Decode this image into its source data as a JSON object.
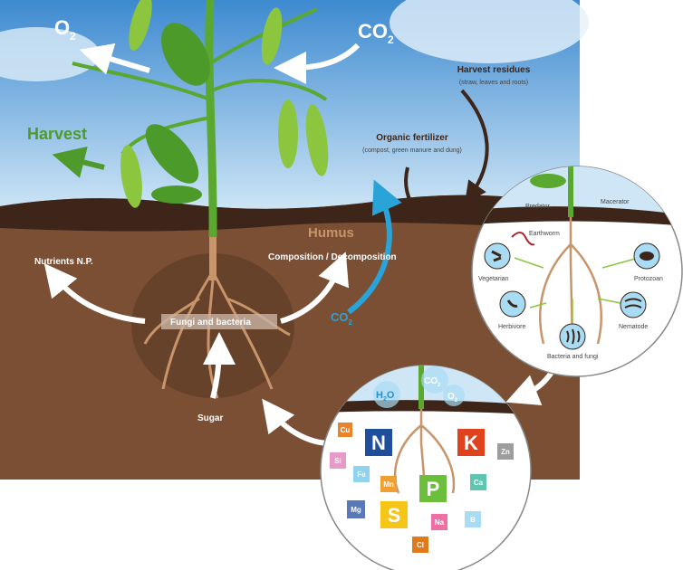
{
  "title": "Soil nutrient cycle",
  "labels": {
    "o2": "O",
    "o2_sub": "2",
    "co2": "CO",
    "co2_sub": "2",
    "harvest": "Harvest",
    "harvest_residues": "Harvest residues",
    "harvest_residues_note": "(straw, leaves and roots)",
    "organic_fertilizer": "Organic fertilizer",
    "organic_fertilizer_note": "(compost, green manure and dung)",
    "humus": "Humus",
    "nutrients": "Nutrients N.P.",
    "composition": "Composition / Decomposition",
    "fungi_bacteria": "Fungi and bacteria",
    "co2_soil": "CO",
    "co2_soil_sub": "2",
    "sugar": "Sugar"
  },
  "organisms": {
    "predator": "Predator",
    "macerator": "Macerator",
    "earthworm": "Earthworm",
    "vegetarian": "Vegetarian",
    "protozoan": "Protozoan",
    "herbivore": "Herbivore",
    "nematode": "Nematode",
    "bacteria_fungi": "Bacteria and fungi"
  },
  "gases": {
    "h2o": "H",
    "h2o_sub": "2",
    "h2o_end": "O",
    "co2": "CO",
    "co2_sub": "2",
    "o2": "O",
    "o2_sub": "2"
  },
  "elements": [
    {
      "symbol": "Cu",
      "color": "#e8832a"
    },
    {
      "symbol": "N",
      "color": "#1f4e9c"
    },
    {
      "symbol": "K",
      "color": "#e0421e"
    },
    {
      "symbol": "Zn",
      "color": "#9d9d9d"
    },
    {
      "symbol": "Si",
      "color": "#e59ac8"
    },
    {
      "symbol": "Fe",
      "color": "#8fd3ee"
    },
    {
      "symbol": "Mn",
      "color": "#f0a030"
    },
    {
      "symbol": "P",
      "color": "#6cbf3b"
    },
    {
      "symbol": "Ca",
      "color": "#5fc4b0"
    },
    {
      "symbol": "Mg",
      "color": "#5a78b8"
    },
    {
      "symbol": "S",
      "color": "#f5c518"
    },
    {
      "symbol": "Na",
      "color": "#ef6ea6"
    },
    {
      "symbol": "B",
      "color": "#a8dcf4"
    },
    {
      "symbol": "Cl",
      "color": "#e07a1a"
    }
  ],
  "colors": {
    "sky": "#5b9fd6",
    "soil": "#7a4f33",
    "topsoil": "#3d2519",
    "plant": "#5aa830",
    "arrow_dark": "#3d2519",
    "co2_arrow": "#2aa3d8"
  }
}
